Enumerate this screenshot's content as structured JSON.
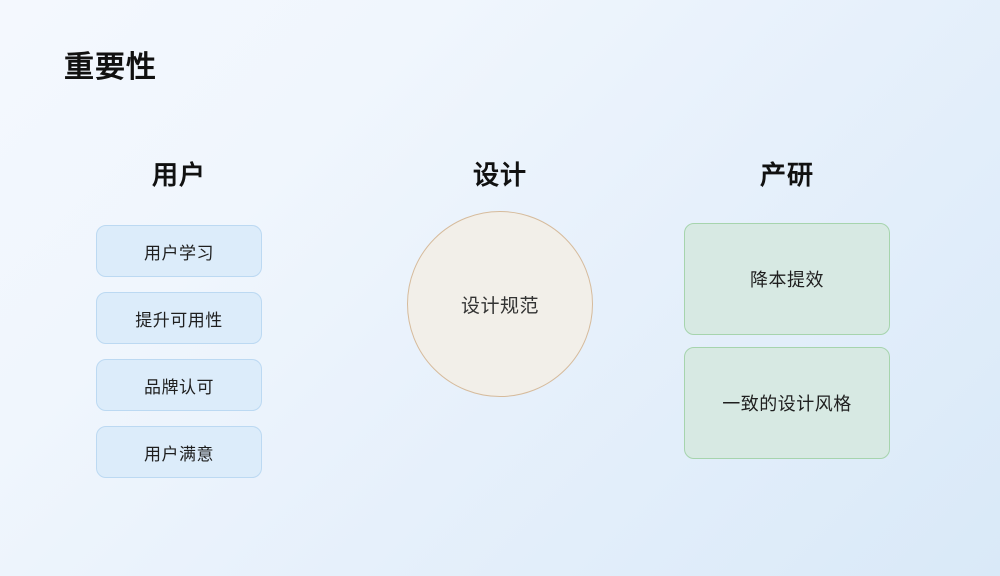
{
  "slide": {
    "title": "重要性",
    "background": {
      "from": "#f4f8fe",
      "to": "#d9e9f8"
    }
  },
  "columns": [
    {
      "key": "user",
      "header": "用户",
      "accent": "#bcd9f2",
      "fill": "#dcecfa",
      "items": [
        {
          "label": "用户学习"
        },
        {
          "label": "提升可用性"
        },
        {
          "label": "品牌认可"
        },
        {
          "label": "用户满意"
        }
      ]
    },
    {
      "key": "design",
      "header": "设计",
      "accent": "#d6bb9c",
      "fill": "#f2efe9",
      "items": [
        {
          "label": "设计规范"
        }
      ]
    },
    {
      "key": "research",
      "header": "产研",
      "accent": "#a6d4ad",
      "fill": "#d7e9e3",
      "items": [
        {
          "label": "降本提效"
        },
        {
          "label": "一致的设计风格"
        }
      ]
    }
  ]
}
